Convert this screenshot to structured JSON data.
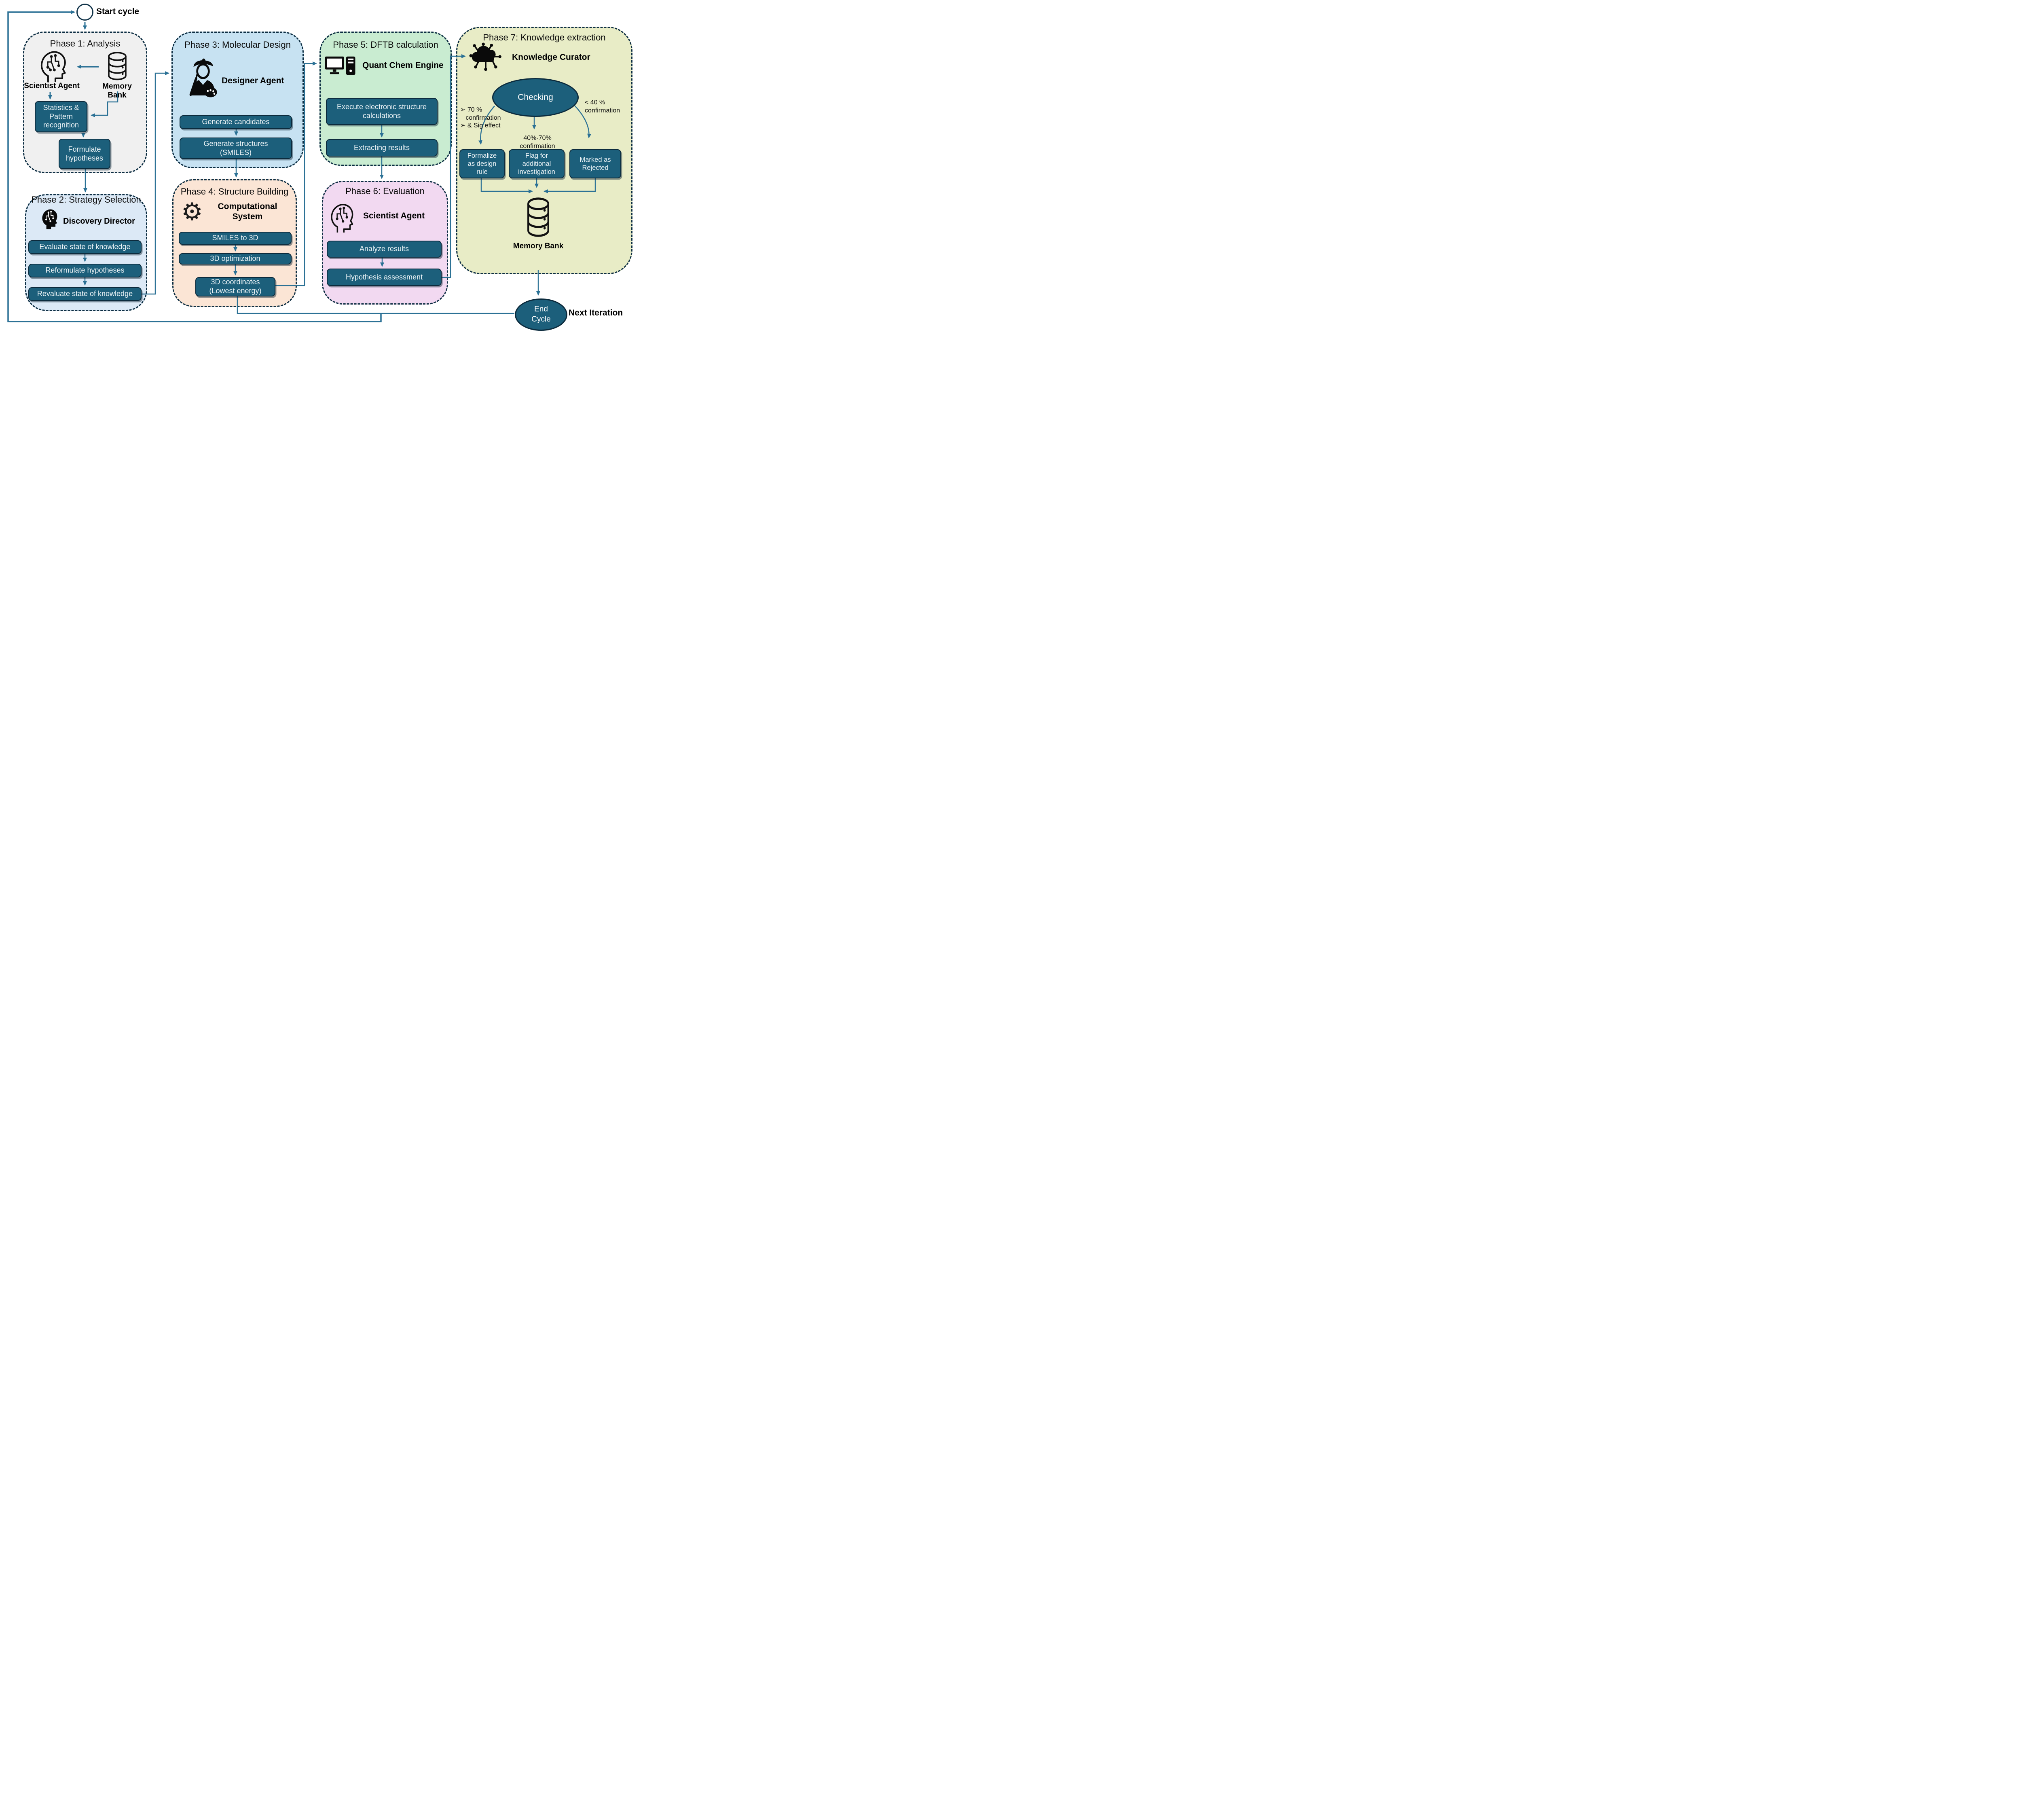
{
  "start": {
    "label": "Start cycle"
  },
  "feedback": {
    "end_line1": "End",
    "end_line2": "Cycle",
    "next_iteration": "Next Iteration"
  },
  "phase1": {
    "title": "Phase 1: Analysis",
    "agent_left": "Scientist Agent",
    "agent_right": "Memory Bank",
    "step1": "Statistics &\nPattern\nrecognition",
    "step2": "Formulate\nhypotheses"
  },
  "phase2": {
    "title": "Phase 2: Strategy Selection",
    "agent": "Discovery Director",
    "step1": "Evaluate state of knowledge",
    "step2": "Reformulate hypotheses",
    "step3": "Revaluate state of knowledge"
  },
  "phase3": {
    "title": "Phase 3: Molecular Design",
    "agent": "Designer Agent",
    "step1": "Generate candidates",
    "step2": "Generate structures\n(SMILES)"
  },
  "phase4": {
    "title": "Phase 4: Structure Building",
    "agent": "Computational\nSystem",
    "step1": "SMILES to 3D",
    "step2": "3D optimization",
    "step3": "3D coordinates\n(Lowest energy)"
  },
  "phase5": {
    "title": "Phase 5: DFTB calculation",
    "agent": "Quant Chem Engine",
    "step1": "Execute electronic structure\ncalculations",
    "step2": "Extracting results"
  },
  "phase6": {
    "title": "Phase 6: Evaluation",
    "agent": "Scientist Agent",
    "step1": "Analyze results",
    "step2": "Hypothesis assessment"
  },
  "phase7": {
    "title": "Phase 7: Knowledge extraction",
    "agent": "Knowledge Curator",
    "checking": "Checking",
    "branch_left": "➢ 70 %\n   confirmation\n➢ & Sig effect",
    "branch_mid": "40%-70%\nconfirmation",
    "branch_right": "< 40 %\nconfirmation",
    "outcome1": "Formalize\nas design\nrule",
    "outcome2": "Flag for\nadditional\ninvestigation",
    "outcome3": "Marked as\nRejected",
    "memory": "Memory Bank"
  },
  "colors": {
    "line": "#2b7195",
    "node_fill": "#1c5f7b",
    "node_border": "#0c2b3d",
    "phase_border": "#0d2e43",
    "phase1_bg": "#f0f0f0",
    "phase2_bg": "#dce9f6",
    "phase3_bg": "#c7e2f2",
    "phase4_bg": "#fbe5d5",
    "phase5_bg": "#c9ecd1",
    "phase6_bg": "#f2d9f1",
    "phase7_bg": "#e8ecc6"
  }
}
